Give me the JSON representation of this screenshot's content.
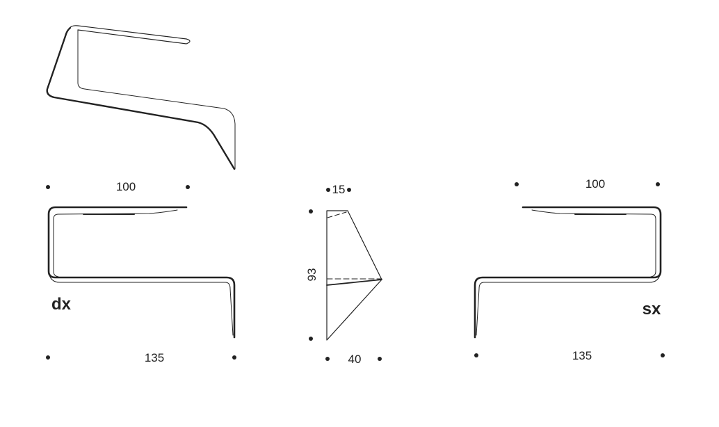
{
  "drawing": {
    "right_variant": {
      "label": "dx",
      "width": "100",
      "length": "135"
    },
    "left_variant": {
      "label": "sx",
      "width": "100",
      "length": "135"
    },
    "side_view": {
      "top_depth": "15",
      "height": "93",
      "depth": "40"
    }
  },
  "colors": {
    "line": "#222222",
    "background": "#ffffff"
  }
}
